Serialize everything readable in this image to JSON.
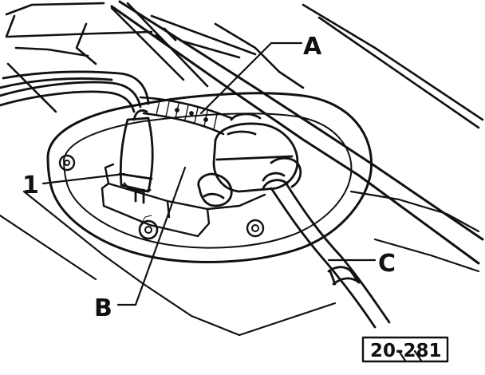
{
  "diagram": {
    "labels": {
      "a": "A",
      "b": "B",
      "c": "C",
      "one": "1"
    },
    "reference_number": "20-281"
  },
  "colors": {
    "ink": "#111111",
    "paper": "#ffffff"
  }
}
